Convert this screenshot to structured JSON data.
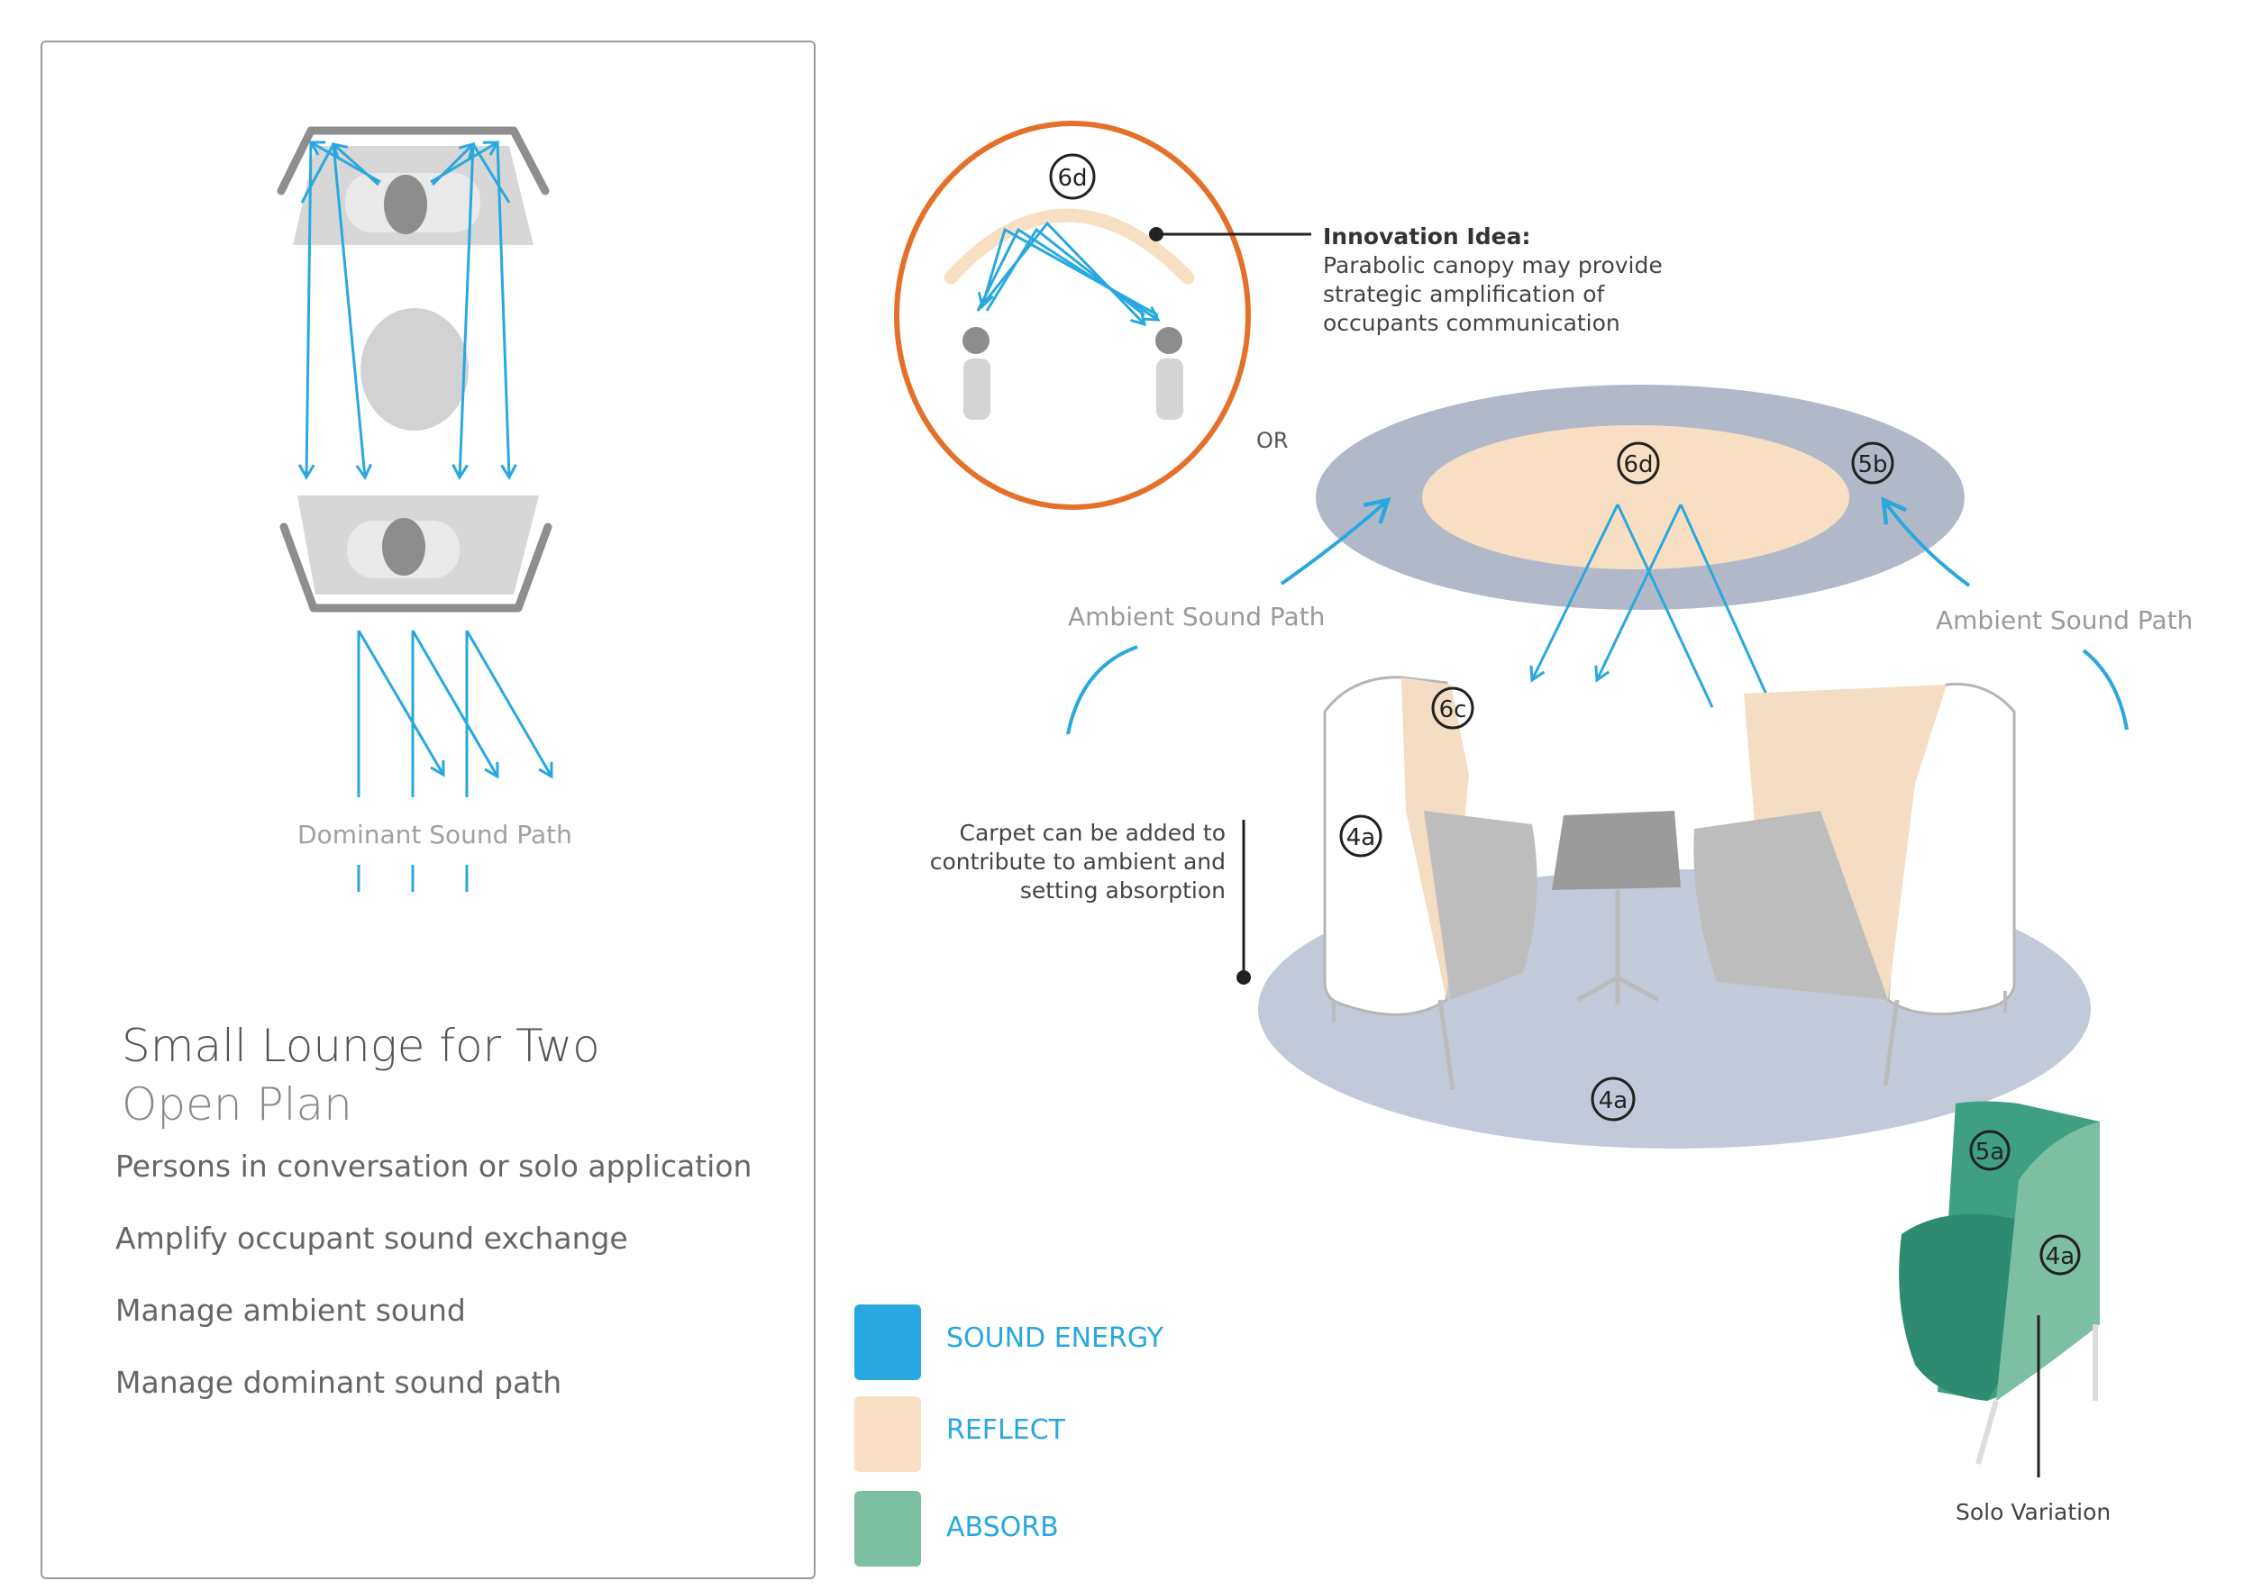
{
  "title": "Small Lounge for Two",
  "subtitle": "Open Plan",
  "goals": [
    "Persons in conversation or solo application",
    "Amplify occupant sound exchange",
    "Manage ambient sound",
    "Manage dominant sound path"
  ],
  "plan_view": {
    "dominant_path_label": "Dominant Sound Path"
  },
  "innovation": {
    "tag": "6d",
    "heading": "Innovation Idea:",
    "lines": [
      "Parabolic canopy may provide",
      "strategic amplification of",
      "occupants communication"
    ]
  },
  "or_label": "OR",
  "canopy": {
    "tags": [
      "6d",
      "5b"
    ]
  },
  "ambient_left": "Ambient Sound Path",
  "ambient_right": "Ambient Sound Path",
  "carpet_note": [
    "Carpet can be added to",
    "contribute to ambient and",
    "setting absorption"
  ],
  "tags": {
    "seat_back": "6c",
    "seat_side": "4a",
    "carpet": "4a",
    "solo_top": "5a",
    "solo_side": "4a"
  },
  "solo_label": "Solo Variation",
  "legend": [
    {
      "label": "SOUND ENERGY",
      "color": "#29a8df"
    },
    {
      "label": "REFLECT",
      "color": "#f8dfc3"
    },
    {
      "label": "ABSORB",
      "color": "#7cbfa3"
    }
  ],
  "colors": {
    "sound": "#29a8df",
    "reflect": "#f8dfc3",
    "absorb": "#7cbfa3",
    "orange_ring": "#e5702a",
    "carpet_grey": "#c2cad9",
    "canopy_grey": "#b1b9c9"
  }
}
